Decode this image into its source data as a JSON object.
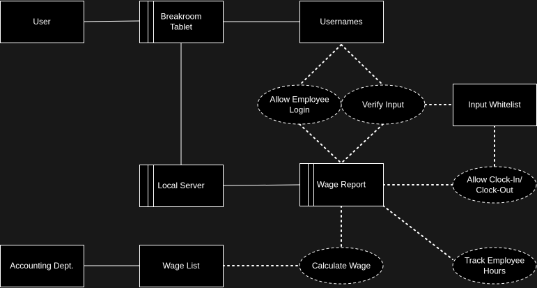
{
  "colors": {
    "background": "#181818",
    "shape_fill": "#000000",
    "stroke": "#ffffff",
    "text": "#ffffff"
  },
  "nodes": {
    "user": {
      "shape": "rectangle",
      "lines": [
        "User"
      ]
    },
    "breakroom_tablet": {
      "shape": "process",
      "lines": [
        "Breakroom",
        "Tablet"
      ]
    },
    "usernames": {
      "shape": "rectangle",
      "lines": [
        "Usernames"
      ]
    },
    "allow_employee_login": {
      "shape": "ellipse",
      "lines": [
        "Allow Employee",
        "Login"
      ]
    },
    "verify_input": {
      "shape": "ellipse",
      "lines": [
        "Verify Input"
      ]
    },
    "input_whitelist": {
      "shape": "rectangle",
      "lines": [
        "Input Whitelist"
      ]
    },
    "local_server": {
      "shape": "process",
      "lines": [
        "Local Server"
      ]
    },
    "wage_report": {
      "shape": "process",
      "lines": [
        "Wage Report"
      ]
    },
    "allow_clock_in": {
      "shape": "ellipse",
      "lines": [
        "Allow Clock-In/",
        "Clock-Out"
      ]
    },
    "accounting_dept": {
      "shape": "rectangle",
      "lines": [
        "Accounting Dept."
      ]
    },
    "wage_list": {
      "shape": "rectangle",
      "lines": [
        "Wage List"
      ]
    },
    "calculate_wage": {
      "shape": "ellipse",
      "lines": [
        "Calculate Wage"
      ]
    },
    "track_employee_hours": {
      "shape": "ellipse",
      "lines": [
        "Track Employee",
        "Hours"
      ]
    }
  },
  "edges": [
    {
      "from": "user",
      "to": "breakroom_tablet",
      "style": "solid"
    },
    {
      "from": "breakroom_tablet",
      "to": "usernames",
      "style": "solid"
    },
    {
      "from": "breakroom_tablet",
      "to": "local_server",
      "style": "solid"
    },
    {
      "from": "local_server",
      "to": "wage_report",
      "style": "solid"
    },
    {
      "from": "accounting_dept",
      "to": "wage_list",
      "style": "solid"
    },
    {
      "from": "usernames",
      "to": "allow_employee_login",
      "style": "dotted"
    },
    {
      "from": "usernames",
      "to": "verify_input",
      "style": "dotted"
    },
    {
      "from": "allow_employee_login",
      "to": "wage_report",
      "style": "dotted"
    },
    {
      "from": "verify_input",
      "to": "wage_report",
      "style": "dotted"
    },
    {
      "from": "verify_input",
      "to": "input_whitelist",
      "style": "dotted"
    },
    {
      "from": "input_whitelist",
      "to": "allow_clock_in",
      "style": "dotted"
    },
    {
      "from": "wage_report",
      "to": "allow_clock_in",
      "style": "dotted"
    },
    {
      "from": "wage_report",
      "to": "calculate_wage",
      "style": "dotted"
    },
    {
      "from": "wage_report",
      "to": "track_employee_hours",
      "style": "dotted"
    },
    {
      "from": "wage_list",
      "to": "calculate_wage",
      "style": "dotted"
    }
  ]
}
